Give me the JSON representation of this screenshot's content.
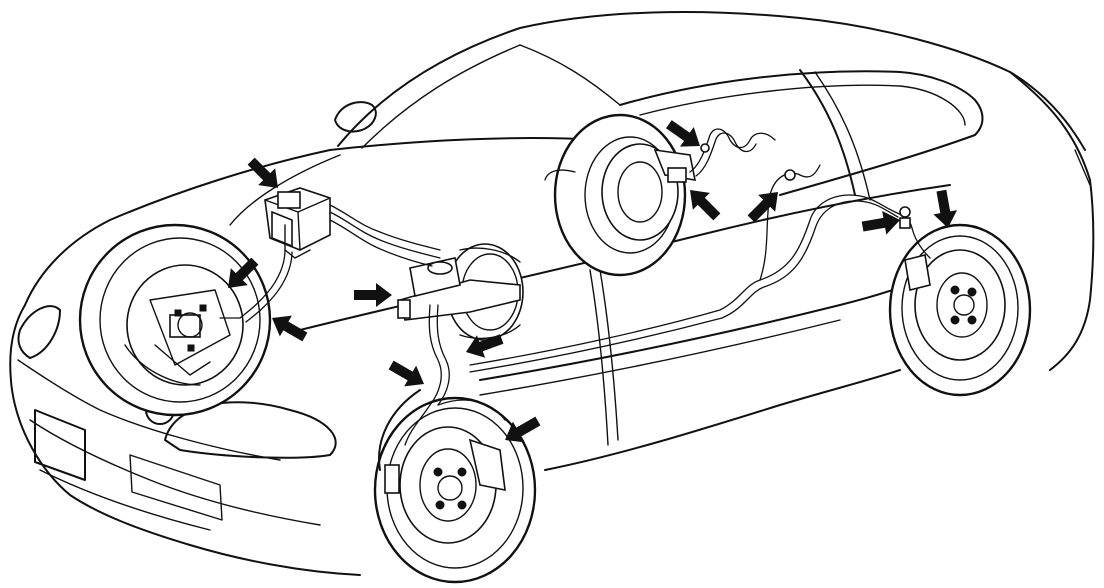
{
  "diagram": {
    "subject": "car-brake-line-layout",
    "style": "black line art on white",
    "colors": {
      "line": "#111111",
      "background": "#ffffff",
      "arrow": "#111111"
    },
    "components": [
      "abs-actuator",
      "front-left-brake",
      "front-right-brake",
      "rear-left-brake",
      "rear-right-brake",
      "master-cylinder",
      "brake-booster",
      "brake-pipe-lines",
      "rear-valve-junctions"
    ],
    "pointer_arrows": [
      {
        "target": "abs-actuator",
        "angle": 45
      },
      {
        "target": "front-left-brake-hose",
        "angle": 135
      },
      {
        "target": "front-left-pipe-union",
        "angle": -145
      },
      {
        "target": "master-cylinder",
        "angle": 5
      },
      {
        "target": "front-right-pipe-junction",
        "angle": 160
      },
      {
        "target": "front-right-brake-hose",
        "angle": 30
      },
      {
        "target": "front-right-caliper",
        "angle": 150
      },
      {
        "target": "rear-valve-upper",
        "angle": 35
      },
      {
        "target": "rear-valve-lower",
        "angle": -130
      },
      {
        "target": "rear-pipe-union",
        "angle": -45
      },
      {
        "target": "rear-right-pipe-junction",
        "angle": 10
      },
      {
        "target": "rear-right-brake-hose",
        "angle": 80
      }
    ]
  }
}
